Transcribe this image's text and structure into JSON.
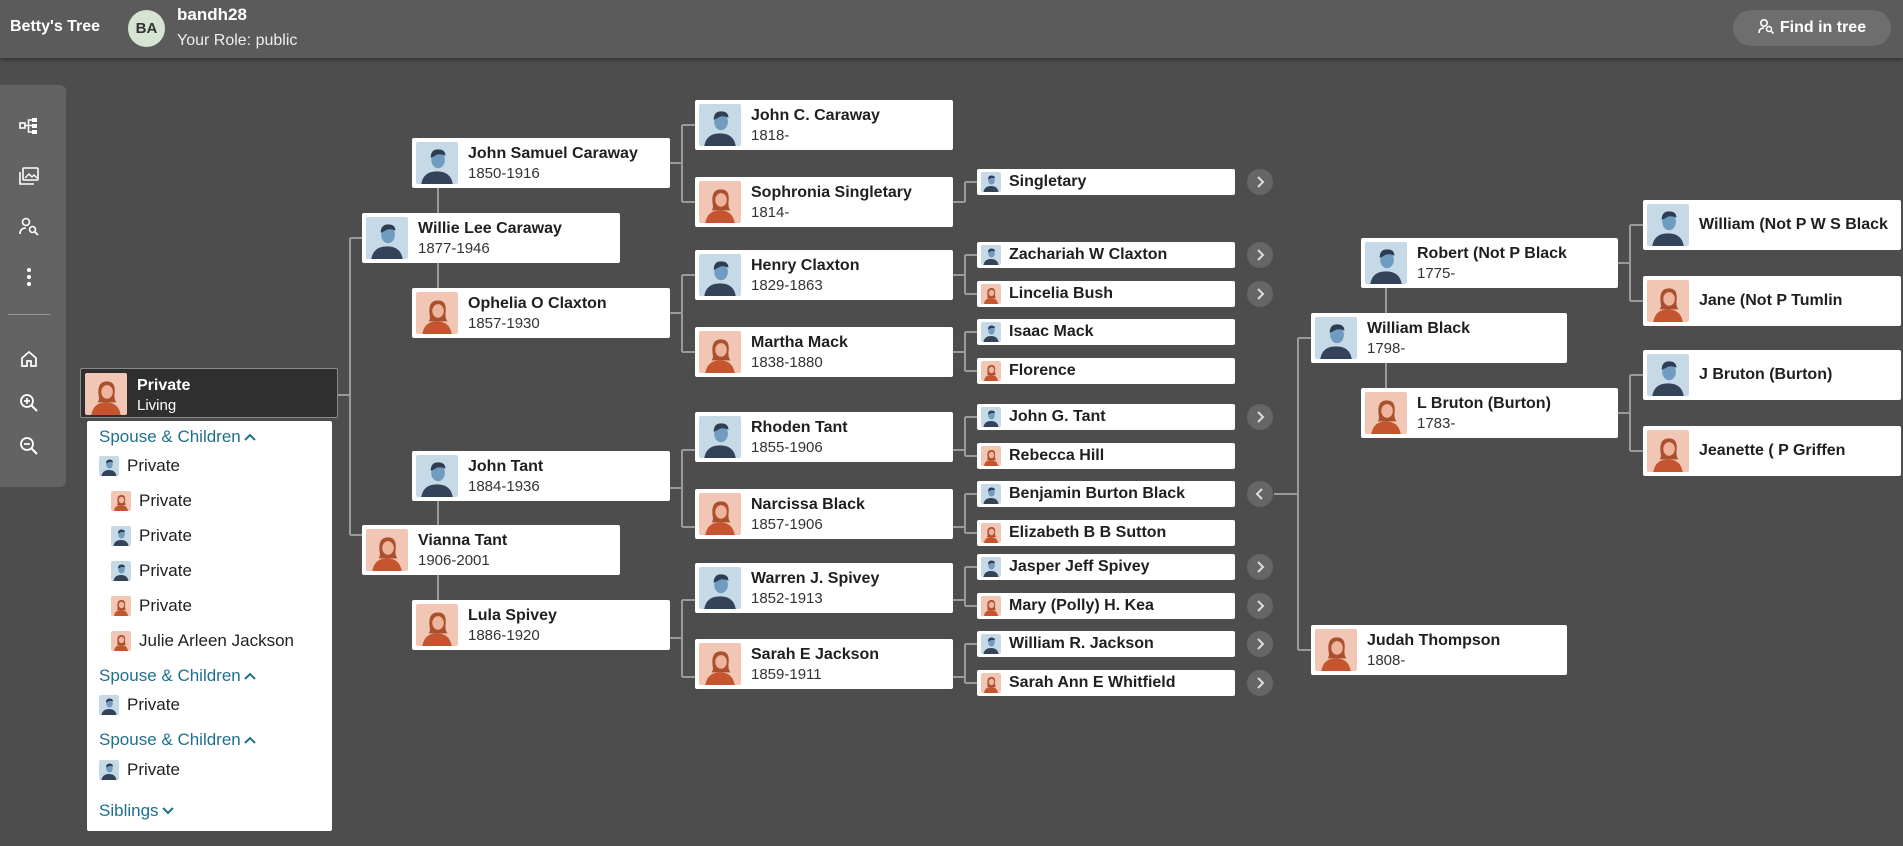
{
  "header": {
    "tree_title": "Betty's Tree",
    "avatar_initials": "BA",
    "username": "bandh28",
    "role": "Your Role: public",
    "find_button": "Find in tree"
  },
  "toolbar": {
    "items": [
      {
        "icon": "tree-view-icon"
      },
      {
        "icon": "gallery-icon"
      },
      {
        "icon": "person-search-icon"
      },
      {
        "icon": "more-vertical-icon"
      },
      {
        "icon": "home-icon"
      },
      {
        "icon": "zoom-in-icon"
      },
      {
        "icon": "zoom-out-icon"
      }
    ]
  },
  "colors": {
    "background": "#4d4d4d",
    "male_portrait": "#c6d9e6",
    "female_portrait": "#f2c6b4",
    "link": "#1f6f8b"
  },
  "focus_person": {
    "name": "Private",
    "dates": "Living",
    "gender": "female"
  },
  "people": [
    {
      "name": "Willie Lee Caraway",
      "dates": "1877-1946",
      "gender": "male"
    },
    {
      "name": "Vianna Tant",
      "dates": "1906-2001",
      "gender": "female"
    },
    {
      "name": "John Samuel Caraway",
      "dates": "1850-1916",
      "gender": "male"
    },
    {
      "name": "Ophelia O Claxton",
      "dates": "1857-1930",
      "gender": "female"
    },
    {
      "name": "John Tant",
      "dates": "1884-1936",
      "gender": "male"
    },
    {
      "name": "Lula Spivey",
      "dates": "1886-1920",
      "gender": "female"
    },
    {
      "name": "John C. Caraway",
      "dates": "1818-",
      "gender": "male"
    },
    {
      "name": "Sophronia Singletary",
      "dates": "1814-",
      "gender": "female"
    },
    {
      "name": "Henry Claxton",
      "dates": "1829-1863",
      "gender": "male"
    },
    {
      "name": "Martha Mack",
      "dates": "1838-1880",
      "gender": "female"
    },
    {
      "name": "Rhoden Tant",
      "dates": "1855-1906",
      "gender": "male"
    },
    {
      "name": "Narcissa Black",
      "dates": "1857-1906",
      "gender": "female"
    },
    {
      "name": "Warren J. Spivey",
      "dates": "1852-1913",
      "gender": "male"
    },
    {
      "name": "Sarah E Jackson",
      "dates": "1859-1911",
      "gender": "female"
    },
    {
      "name": "William Black",
      "dates": "1798-",
      "gender": "male"
    },
    {
      "name": "Judah Thompson",
      "dates": "1808-",
      "gender": "female"
    },
    {
      "name": "Robert (Not P Black",
      "dates": "1775-",
      "gender": "male"
    },
    {
      "name": "L Bruton (Burton)",
      "dates": "1783-",
      "gender": "female"
    }
  ],
  "small_people": [
    {
      "name": "Singletary",
      "gender": "male"
    },
    {
      "name": "Zachariah W Claxton",
      "gender": "male"
    },
    {
      "name": "Lincelia Bush",
      "gender": "female"
    },
    {
      "name": "Isaac Mack",
      "gender": "male"
    },
    {
      "name": "Florence",
      "gender": "female"
    },
    {
      "name": "John G. Tant",
      "gender": "male"
    },
    {
      "name": "Rebecca Hill",
      "gender": "female"
    },
    {
      "name": "Benjamin Burton Black",
      "gender": "male"
    },
    {
      "name": "Elizabeth B B Sutton",
      "gender": "female"
    },
    {
      "name": "Jasper Jeff Spivey",
      "gender": "male"
    },
    {
      "name": "Mary (Polly) H. Kea",
      "gender": "female"
    },
    {
      "name": "William R. Jackson",
      "gender": "male"
    },
    {
      "name": "Sarah Ann E Whitfield",
      "gender": "female"
    }
  ],
  "far_people": [
    {
      "name": "William (Not P W S Black",
      "gender": "male"
    },
    {
      "name": "Jane (Not P Tumlin",
      "gender": "female"
    },
    {
      "name": "J Bruton (Burton)",
      "gender": "male"
    },
    {
      "name": "Jeanette ( P Griffen",
      "gender": "female"
    }
  ],
  "family_panel": {
    "groups": [
      {
        "label": "Spouse & Children",
        "members": [
          {
            "name": "Private",
            "gender": "male",
            "child": false
          },
          {
            "name": "Private",
            "gender": "female",
            "child": true
          },
          {
            "name": "Private",
            "gender": "male",
            "child": true
          },
          {
            "name": "Private",
            "gender": "male",
            "child": true
          },
          {
            "name": "Private",
            "gender": "female",
            "child": true
          },
          {
            "name": "Julie Arleen Jackson",
            "gender": "female",
            "child": true
          }
        ]
      },
      {
        "label": "Spouse & Children",
        "members": [
          {
            "name": "Private",
            "gender": "male",
            "child": false
          }
        ]
      },
      {
        "label": "Spouse & Children",
        "members": [
          {
            "name": "Private",
            "gender": "male",
            "child": false
          }
        ]
      }
    ],
    "siblings_label": "Siblings"
  }
}
